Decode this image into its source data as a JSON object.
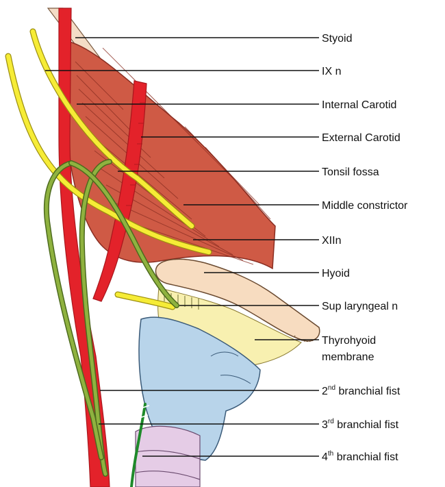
{
  "labels": {
    "styoid": "Styoid",
    "ix_n": "IX n",
    "internal_carotid": "Internal Carotid",
    "external_carotid": "External Carotid",
    "tonsil_fossa": "Tonsil fossa",
    "middle_constrictor": "Middle constrictor",
    "xii_n": "XIIn",
    "hyoid": "Hyoid",
    "sup_laryngeal_n": "Sup laryngeal n",
    "thyrohyoid_line1": "Thyrohyoid",
    "thyrohyoid_line2": "membrane",
    "fist2_num": "2",
    "fist2_sup": "nd",
    "fist2_text": " branchial fist",
    "fist3_num": "3",
    "fist3_sup": "rd",
    "fist3_text": " branchial fist",
    "fist4_num": "4",
    "fist4_sup": "th",
    "fist4_text": " branchial fist"
  },
  "colors": {
    "artery": "#e3222a",
    "artery_dark": "#a8161c",
    "nerve": "#f6ec36",
    "nerve_outline": "#9c8f10",
    "fistula": "#8fb23f",
    "fistula_outline": "#4c6a1e",
    "muscle": "#cf5a45",
    "muscle_line": "#8a2e22",
    "hyoid": "#f7dcc0",
    "membrane": "#f8f0b0",
    "thyroid_cartilage": "#b8d4ea",
    "trachea": "#e5cce6",
    "styloid": "#f4dcc6"
  }
}
